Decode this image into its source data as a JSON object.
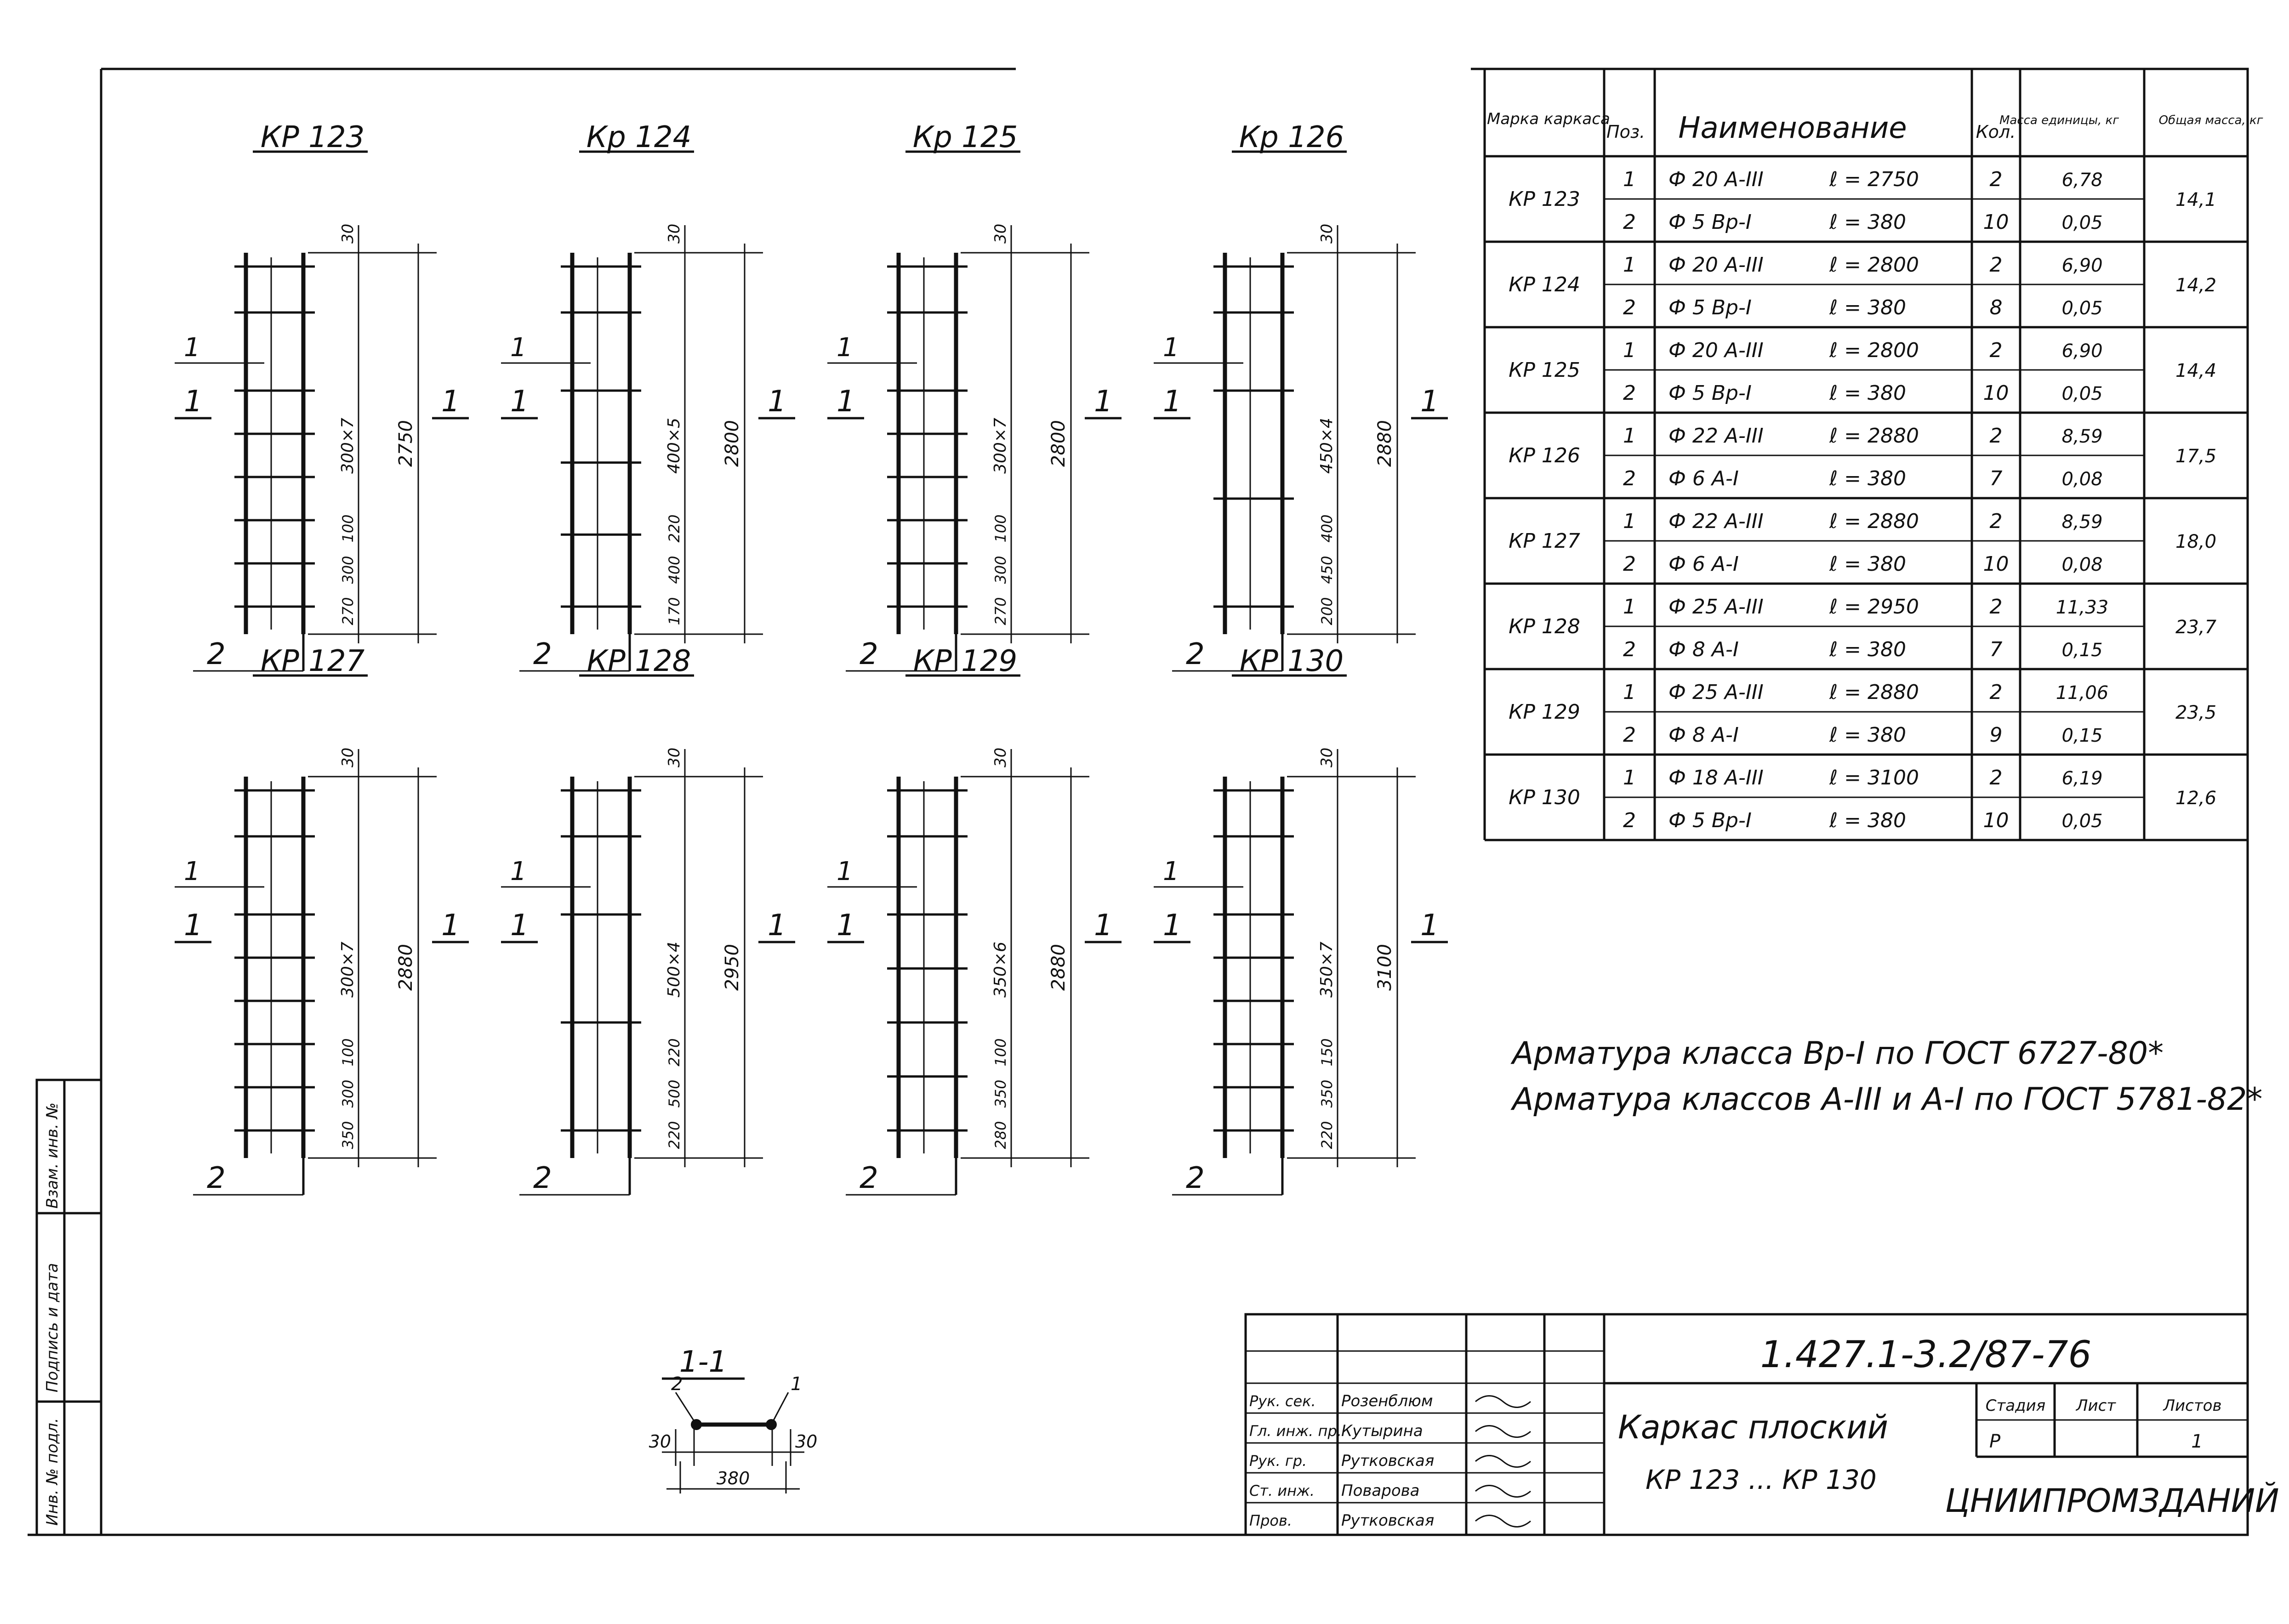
{
  "frames": [
    {
      "id": "kr123",
      "title": "КР 123",
      "spacing": "300×7",
      "total": "2750",
      "top": "30",
      "dims": [
        "100",
        "300",
        "270"
      ],
      "bars": 7
    },
    {
      "id": "kr124",
      "title": "Кр 124",
      "spacing": "400×5",
      "total": "2800",
      "top": "30",
      "dims": [
        "220",
        "400",
        "170"
      ],
      "bars": 5
    },
    {
      "id": "kr125",
      "title": "Кр 125",
      "spacing": "300×7",
      "total": "2800",
      "top": "30",
      "dims": [
        "100",
        "300",
        "270"
      ],
      "bars": 7
    },
    {
      "id": "kr126",
      "title": "Кр 126",
      "spacing": "450×4",
      "total": "2880",
      "top": "30",
      "dims": [
        "400",
        "450",
        "200"
      ],
      "bars": 4
    },
    {
      "id": "kr127",
      "title": "КР 127",
      "spacing": "300×7",
      "total": "2880",
      "top": "30",
      "dims": [
        "100",
        "300",
        "350"
      ],
      "bars": 7
    },
    {
      "id": "kr128",
      "title": "КР 128",
      "spacing": "500×4",
      "total": "2950",
      "top": "30",
      "dims": [
        "220",
        "500",
        "220"
      ],
      "bars": 4
    },
    {
      "id": "kr129",
      "title": "КР 129",
      "spacing": "350×6",
      "total": "2880",
      "top": "30",
      "dims": [
        "100",
        "350",
        "280"
      ],
      "bars": 6
    },
    {
      "id": "kr130",
      "title": "КР 130",
      "spacing": "350×7",
      "total": "3100",
      "top": "30",
      "dims": [
        "150",
        "350",
        "220"
      ],
      "bars": 7
    }
  ],
  "labels": {
    "pos1": "1",
    "pos2": "2",
    "cut": "1"
  },
  "section": {
    "title": "1-1",
    "pos_left": "2",
    "pos_right": "1",
    "dim_left": "30",
    "dim_right": "30",
    "dim_width": "380"
  },
  "spec": {
    "headers": [
      "Марка каркаса",
      "Поз.",
      "Наименование",
      "Кол.",
      "Масса единицы, кг",
      "Общая масса, кг"
    ],
    "rows": [
      {
        "mark": "КР 123",
        "total": "14,1",
        "items": [
          {
            "pos": "1",
            "bar": "Ф 20 А-III",
            "len": "ℓ = 2750",
            "qty": "2",
            "mass": "6,78"
          },
          {
            "pos": "2",
            "bar": "Ф 5 Вр-I",
            "len": "ℓ = 380",
            "qty": "10",
            "mass": "0,05"
          }
        ]
      },
      {
        "mark": "КР 124",
        "total": "14,2",
        "items": [
          {
            "pos": "1",
            "bar": "Ф 20 А-III",
            "len": "ℓ = 2800",
            "qty": "2",
            "mass": "6,90"
          },
          {
            "pos": "2",
            "bar": "Ф 5 Вр-I",
            "len": "ℓ = 380",
            "qty": "8",
            "mass": "0,05"
          }
        ]
      },
      {
        "mark": "КР 125",
        "total": "14,4",
        "items": [
          {
            "pos": "1",
            "bar": "Ф 20 А-III",
            "len": "ℓ = 2800",
            "qty": "2",
            "mass": "6,90"
          },
          {
            "pos": "2",
            "bar": "Ф 5 Вр-I",
            "len": "ℓ = 380",
            "qty": "10",
            "mass": "0,05"
          }
        ]
      },
      {
        "mark": "КР 126",
        "total": "17,5",
        "items": [
          {
            "pos": "1",
            "bar": "Ф 22 А-III",
            "len": "ℓ = 2880",
            "qty": "2",
            "mass": "8,59"
          },
          {
            "pos": "2",
            "bar": "Ф 6 А-I",
            "len": "ℓ = 380",
            "qty": "7",
            "mass": "0,08"
          }
        ]
      },
      {
        "mark": "КР 127",
        "total": "18,0",
        "items": [
          {
            "pos": "1",
            "bar": "Ф 22 А-III",
            "len": "ℓ = 2880",
            "qty": "2",
            "mass": "8,59"
          },
          {
            "pos": "2",
            "bar": "Ф 6 А-I",
            "len": "ℓ = 380",
            "qty": "10",
            "mass": "0,08"
          }
        ]
      },
      {
        "mark": "КР 128",
        "total": "23,7",
        "items": [
          {
            "pos": "1",
            "bar": "Ф 25 А-III",
            "len": "ℓ = 2950",
            "qty": "2",
            "mass": "11,33"
          },
          {
            "pos": "2",
            "bar": "Ф 8 А-I",
            "len": "ℓ = 380",
            "qty": "7",
            "mass": "0,15"
          }
        ]
      },
      {
        "mark": "КР 129",
        "total": "23,5",
        "items": [
          {
            "pos": "1",
            "bar": "Ф 25 А-III",
            "len": "ℓ = 2880",
            "qty": "2",
            "mass": "11,06"
          },
          {
            "pos": "2",
            "bar": "Ф 8 А-I",
            "len": "ℓ = 380",
            "qty": "9",
            "mass": "0,15"
          }
        ]
      },
      {
        "mark": "КР 130",
        "total": "12,6",
        "items": [
          {
            "pos": "1",
            "bar": "Ф 18 А-III",
            "len": "ℓ = 3100",
            "qty": "2",
            "mass": "6,19"
          },
          {
            "pos": "2",
            "bar": "Ф 5 Вр-I",
            "len": "ℓ = 380",
            "qty": "10",
            "mass": "0,05"
          }
        ]
      }
    ]
  },
  "notes": [
    "Арматура класса Вр-I по ГОСТ 6727-80*",
    "Арматура классов А-III и А-I по ГОСТ 5781-82*"
  ],
  "stamp": {
    "code": "1.427.1-3.2/87-76",
    "title": "Каркас плоский",
    "subtitle": "КР 123 ... КР 130",
    "stage_label": "Стадия",
    "sheet_label": "Лист",
    "sheets_label": "Листов",
    "stage": "Р",
    "sheets": "1",
    "org": "ЦНИИПРОМЗДАНИЙ",
    "people": [
      {
        "role": "Рук. сек.",
        "name": "Розенблюм"
      },
      {
        "role": "Гл. инж. пр.",
        "name": "Кутырина"
      },
      {
        "role": "Рук. гр.",
        "name": "Рутковская"
      },
      {
        "role": "Ст. инж.",
        "name": "Поварова"
      },
      {
        "role": "Пров.",
        "name": "Рутковская"
      }
    ]
  },
  "side_stamp": [
    "Инв. № подл.",
    "Подпись и дата",
    "Взам. инв. №"
  ]
}
